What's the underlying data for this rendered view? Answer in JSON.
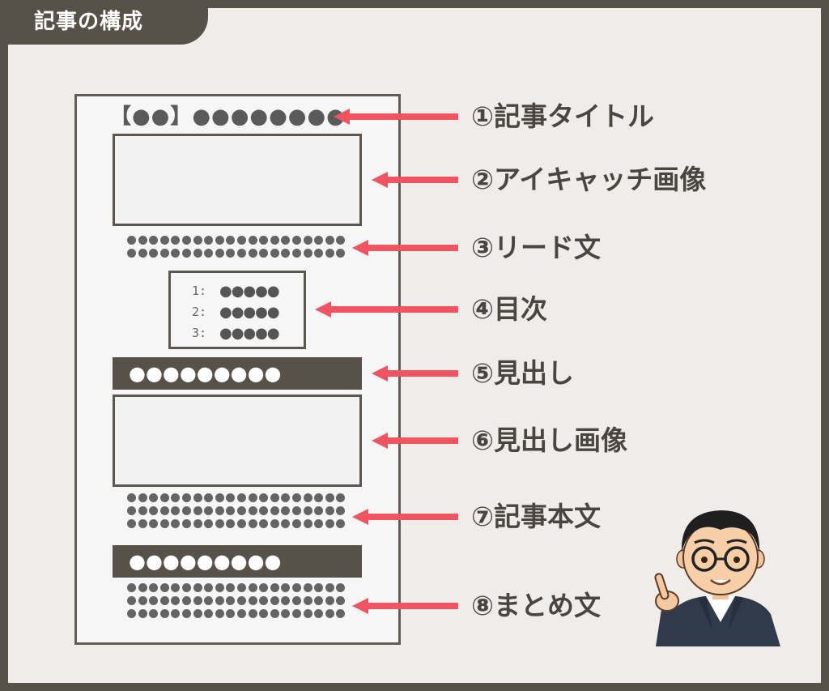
{
  "header": {
    "title": "記事の構成"
  },
  "mockup": {
    "title_row": "【●●】●●●●●●●●",
    "toc": [
      {
        "num": "1:",
        "dots": "●●●●●"
      },
      {
        "num": "2:",
        "dots": "●●●●●"
      },
      {
        "num": "3:",
        "dots": "●●●●●"
      }
    ],
    "heading1": "●●●●●●●●●",
    "heading2": "●●●●●●●●●"
  },
  "labels": [
    "①記事タイトル",
    "②アイキャッチ画像",
    "③リード文",
    "④目次",
    "⑤見出し",
    "⑥見出し画像",
    "⑦記事本文",
    "⑧まとめ文"
  ],
  "colors": {
    "arrow": "#ef5560",
    "dark": "#58514a",
    "background": "#efecea"
  },
  "icons": [
    "arrow-left-icon",
    "person-pointing-icon"
  ]
}
